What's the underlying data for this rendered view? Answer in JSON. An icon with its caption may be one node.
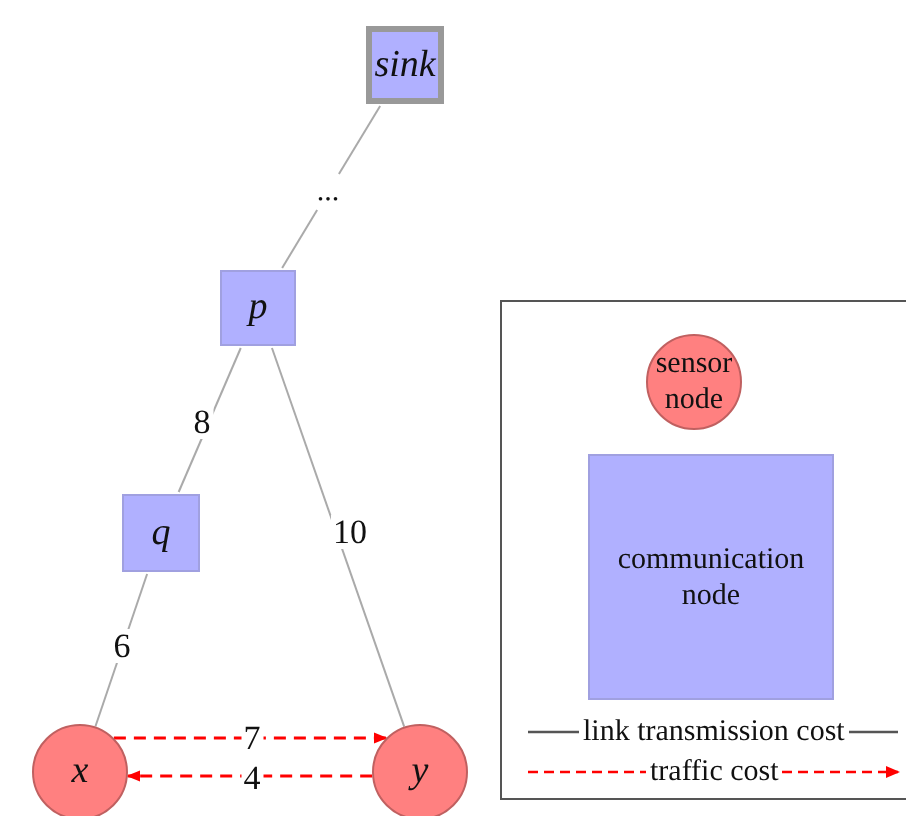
{
  "diagram": {
    "nodes": [
      {
        "text": [
          "sink"
        ]
      },
      {
        "text": [
          "..."
        ]
      },
      {
        "text": [
          "p"
        ]
      },
      {
        "text": [
          "q"
        ]
      },
      {
        "text": [
          "x"
        ]
      },
      {
        "text": [
          "y"
        ]
      }
    ],
    "edges": [
      {
        "from": 0,
        "to": 1,
        "arrow": "none"
      },
      {
        "from": 1,
        "to": 2,
        "arrow": "none"
      },
      {
        "from": 2,
        "to": 3,
        "arrow": "none",
        "label": "8"
      },
      {
        "from": 2,
        "to": 5,
        "arrow": "none",
        "label": "10"
      },
      {
        "from": 3,
        "to": 4,
        "arrow": "none",
        "label": "6"
      },
      {
        "from": 4,
        "to": 5,
        "arrow": "to",
        "label": "7",
        "style": "dashed",
        "color": "#ff0000"
      },
      {
        "from": 5,
        "to": 4,
        "arrow": "to",
        "label": "4",
        "style": "dashed",
        "color": "#ff0000"
      }
    ],
    "legend": [
      {
        "text": "sensor node",
        "color": "#ff8080"
      },
      {
        "text": "communication node",
        "color": "#b0b0ff"
      },
      {
        "text": "link transmission cost"
      },
      {
        "text": "traffic cost"
      }
    ]
  }
}
